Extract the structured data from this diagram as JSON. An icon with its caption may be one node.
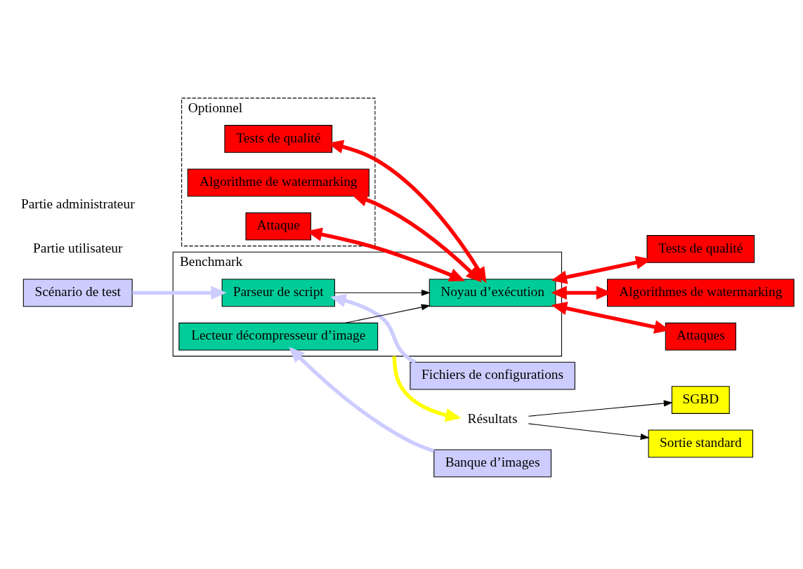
{
  "diagram": {
    "nodes": [
      {
        "text": [
          "Benchmark"
        ]
      },
      {
        "text": [
          "Parseur de script"
        ],
        "in": 0
      },
      {
        "text": [
          "Lecteur décompresseur d’image"
        ],
        "in": 0
      },
      {
        "text": [
          "Noyau d’exécution"
        ],
        "in": 0
      },
      {
        "text": [
          "Scénario de test"
        ]
      },
      {
        "text": [
          "Fichiers de configurations"
        ]
      },
      {
        "text": [
          "Banque d’images"
        ]
      },
      {
        "text": [
          "Optionnel"
        ]
      },
      {
        "text": [
          "Algorithme de watermarking"
        ],
        "in": 7
      },
      {
        "text": [
          "Attaque"
        ],
        "in": 7
      },
      {
        "text": [
          "Tests de qualité"
        ],
        "in": 7
      },
      {
        "text": [
          "Algorithmes de watermarking"
        ]
      },
      {
        "text": [
          "Attaques"
        ]
      },
      {
        "text": [
          "Tests de qualité"
        ]
      },
      {
        "text": [
          "Résultats"
        ]
      },
      {
        "text": [
          "SGBD"
        ]
      },
      {
        "text": [
          "Sortie standard"
        ]
      }
    ],
    "edges": [
      {
        "from": 4,
        "to": 1,
        "arrow": "to",
        "color": "#ccccff"
      },
      {
        "from": 5,
        "to": 1,
        "arrow": "to",
        "color": "#ccccff"
      },
      {
        "from": 6,
        "to": 2,
        "arrow": "to",
        "color": "#ccccff"
      },
      {
        "from": 2,
        "to": 3,
        "arrow": "to",
        "color": "#000000"
      },
      {
        "from": 1,
        "to": 3,
        "arrow": "to",
        "color": "#000000"
      },
      {
        "from": 8,
        "to": 3,
        "arrow": "both",
        "color": "#ff0000"
      },
      {
        "from": 9,
        "to": 3,
        "arrow": "both",
        "color": "#ff0000"
      },
      {
        "from": 10,
        "to": 3,
        "arrow": "both",
        "color": "#ff0000"
      },
      {
        "from": 3,
        "to": 11,
        "arrow": "both",
        "color": "#ff0000"
      },
      {
        "from": 3,
        "to": 12,
        "arrow": "both",
        "color": "#ff0000"
      },
      {
        "from": 3,
        "to": 13,
        "arrow": "both",
        "color": "#ff0000"
      },
      {
        "from": 0,
        "to": 14,
        "arrow": "to",
        "color": "#ffff00"
      },
      {
        "from": 14,
        "to": 15,
        "arrow": "to",
        "color": "#000000"
      },
      {
        "from": 14,
        "to": 16,
        "arrow": "to",
        "color": "#000000"
      }
    ],
    "labels": [
      "Partie utilisateur",
      "Partie administrateur"
    ]
  }
}
